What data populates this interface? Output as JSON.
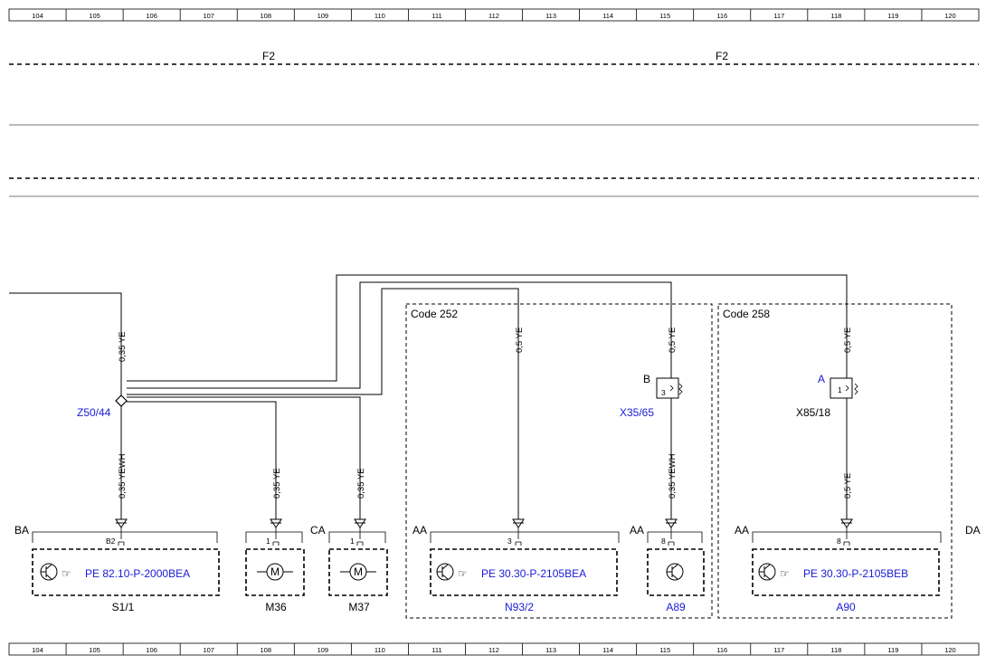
{
  "colors": {
    "link": "#1a1ad8",
    "line": "#000000",
    "grid": "#888888"
  },
  "ruler_top": [
    "104",
    "105",
    "106",
    "107",
    "108",
    "109",
    "110",
    "111",
    "112",
    "113",
    "114",
    "115",
    "116",
    "117",
    "118",
    "119",
    "120"
  ],
  "ruler_bottom": [
    "104",
    "105",
    "106",
    "107",
    "108",
    "109",
    "110",
    "111",
    "112",
    "113",
    "114",
    "115",
    "116",
    "117",
    "118",
    "119",
    "120"
  ],
  "fuse_labels": [
    "F2",
    "F2"
  ],
  "codes": {
    "code252": "Code 252",
    "code258": "Code 258"
  },
  "junction": "Z50/44",
  "connectors": {
    "x35_65": {
      "name": "X35/65",
      "pin": "3",
      "side": "B"
    },
    "x85_18": {
      "name": "X85/18",
      "pin": "1",
      "side": "A"
    }
  },
  "wires": {
    "w_s11_top": "0,35 YE",
    "w_s11_bottom": "0,35 YEWH",
    "w_m36": "0,35 YE",
    "w_m37": "0,35 YE",
    "w_n932": "0,5 YE",
    "w_x3565_top": "0,5 YE",
    "w_x3565_bottom": "0,35 YEWH",
    "w_x8518_top": "0,5 YE",
    "w_x8518_bottom": "0,5 YE"
  },
  "area_labels": {
    "ba": "BA",
    "ca": "CA",
    "aa1": "AA",
    "aa2": "AA",
    "aa3": "AA",
    "da": "DA"
  },
  "components": {
    "s11": {
      "name": "S1/1",
      "pin": "B2",
      "ref": "PE 82.10-P-2000BEA"
    },
    "m36": {
      "name": "M36",
      "pin": "1",
      "symbol": "M"
    },
    "m37": {
      "name": "M37",
      "pin": "1",
      "symbol": "M"
    },
    "n932": {
      "name": "N93/2",
      "pin": "3",
      "ref": "PE 30.30-P-2105BEA"
    },
    "a89": {
      "name": "A89",
      "pin": "8"
    },
    "a90": {
      "name": "A90",
      "pin": "8",
      "ref": "PE 30.30-P-2105BEB"
    }
  }
}
